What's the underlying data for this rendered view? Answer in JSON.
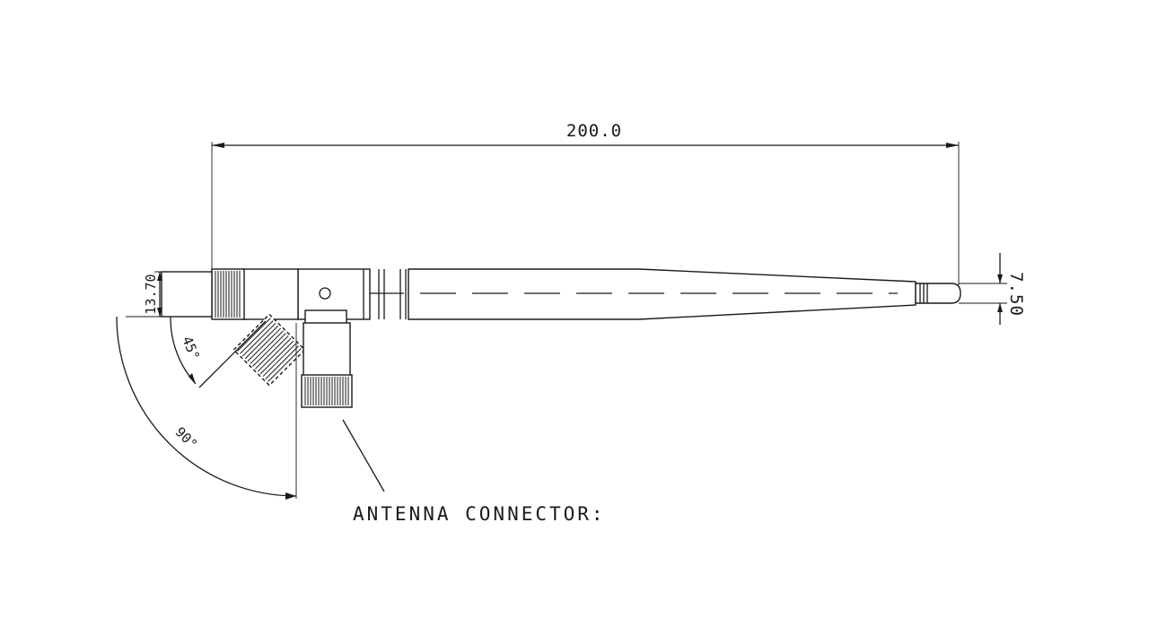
{
  "diagram": {
    "dimensions": {
      "length": "200.0",
      "tip_diameter": "7.50",
      "base_height": "13.70",
      "angle_small": "45°",
      "angle_large": "90°"
    },
    "callout": {
      "label": "ANTENNA CONNECTOR:"
    }
  }
}
